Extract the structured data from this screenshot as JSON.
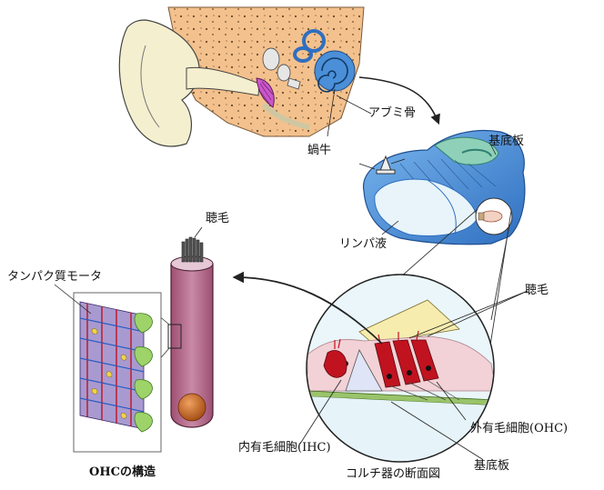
{
  "labels": {
    "stapes": "アブミ骨",
    "cochlea": "蝸牛",
    "basilar_membrane_top": "基底板",
    "lymph": "リンパ液",
    "stereocilia_top": "聴毛",
    "motor_protein": "タンパク質モータ",
    "stereocilia_right": "聴毛",
    "ohc": "外有毛細胞(OHC)",
    "ihc": "内有毛細胞(IHC)",
    "basilar_membrane_bottom": "基底板",
    "ohc_structure": "OHCの構造",
    "corti_section": "コルチ器の断面図"
  },
  "colors": {
    "ear_skin": "#f4efcf",
    "bone": "#f3c18d",
    "cochlea_blue": "#4a8fd8",
    "drum": "#cc55cc",
    "hair_cell_body": "#b56a8a",
    "nucleus": "#c2641e",
    "cell_red": "#c1121f"
  }
}
